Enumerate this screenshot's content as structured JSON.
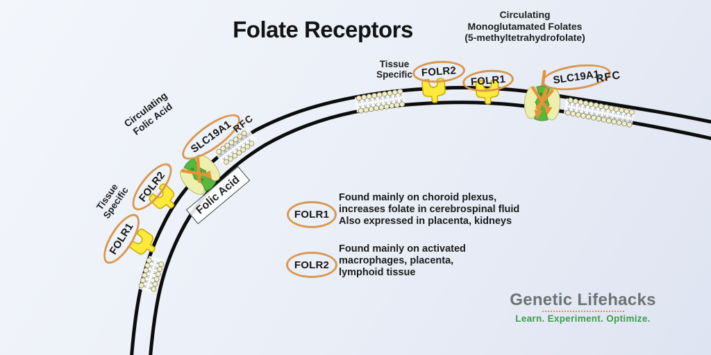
{
  "title": "Folate Receptors",
  "top_right_heading": {
    "line1": "Circulating",
    "line2": "Monoglutamated Folates",
    "line3": "(5-methyltetrahydrofolate)"
  },
  "top_membrane": {
    "tissue_specific": {
      "line1": "Tissue",
      "line2": "Specific"
    },
    "folr2_label": "FOLR2",
    "folr1_label": "FOLR1",
    "slc19a1_label": "SLC19A1",
    "rfc_label": "RFC"
  },
  "left_membrane": {
    "circulating": {
      "line1": "Circulating",
      "line2": "Folic Acid"
    },
    "slc19a1_label": "SLC19A1",
    "rfc_label": "RFC",
    "tissue_specific": {
      "line1": "Tissue",
      "line2": "Specific"
    },
    "folr2_label": "FOLR2",
    "folr1_label": "FOLR1",
    "folic_acid_box": "Folic Acid"
  },
  "descriptions": [
    {
      "label": "FOLR1",
      "line1": "Found mainly on choroid plexus,",
      "line2": "increases folate in cerebrospinal fluid",
      "line3": "Also expressed in placenta, kidneys"
    },
    {
      "label": "FOLR2",
      "line1": "Found mainly on activated",
      "line2": "macrophages, placenta,",
      "line3": "lymphoid tissue"
    }
  ],
  "logo": {
    "name": "Genetic Lifehacks",
    "tagline": "Learn. Experiment. Optimize."
  },
  "icons": {
    "membrane": "cell-membrane",
    "lipid": "phospholipid-bilayer-patch",
    "receptor": "folate-receptor-icon",
    "transporter": "slc19a1-transporter-icon"
  },
  "colors": {
    "membrane": "#0D0D0D",
    "oval_border": "#D9974F",
    "receptor_yellow": "#FFE93C",
    "transporter_green": "#58B83C",
    "transporter_pale": "#EDEFAC",
    "arrow_orange": "#E8923A",
    "logo_gray": "#6A7472",
    "logo_green": "#3E9B4E"
  }
}
